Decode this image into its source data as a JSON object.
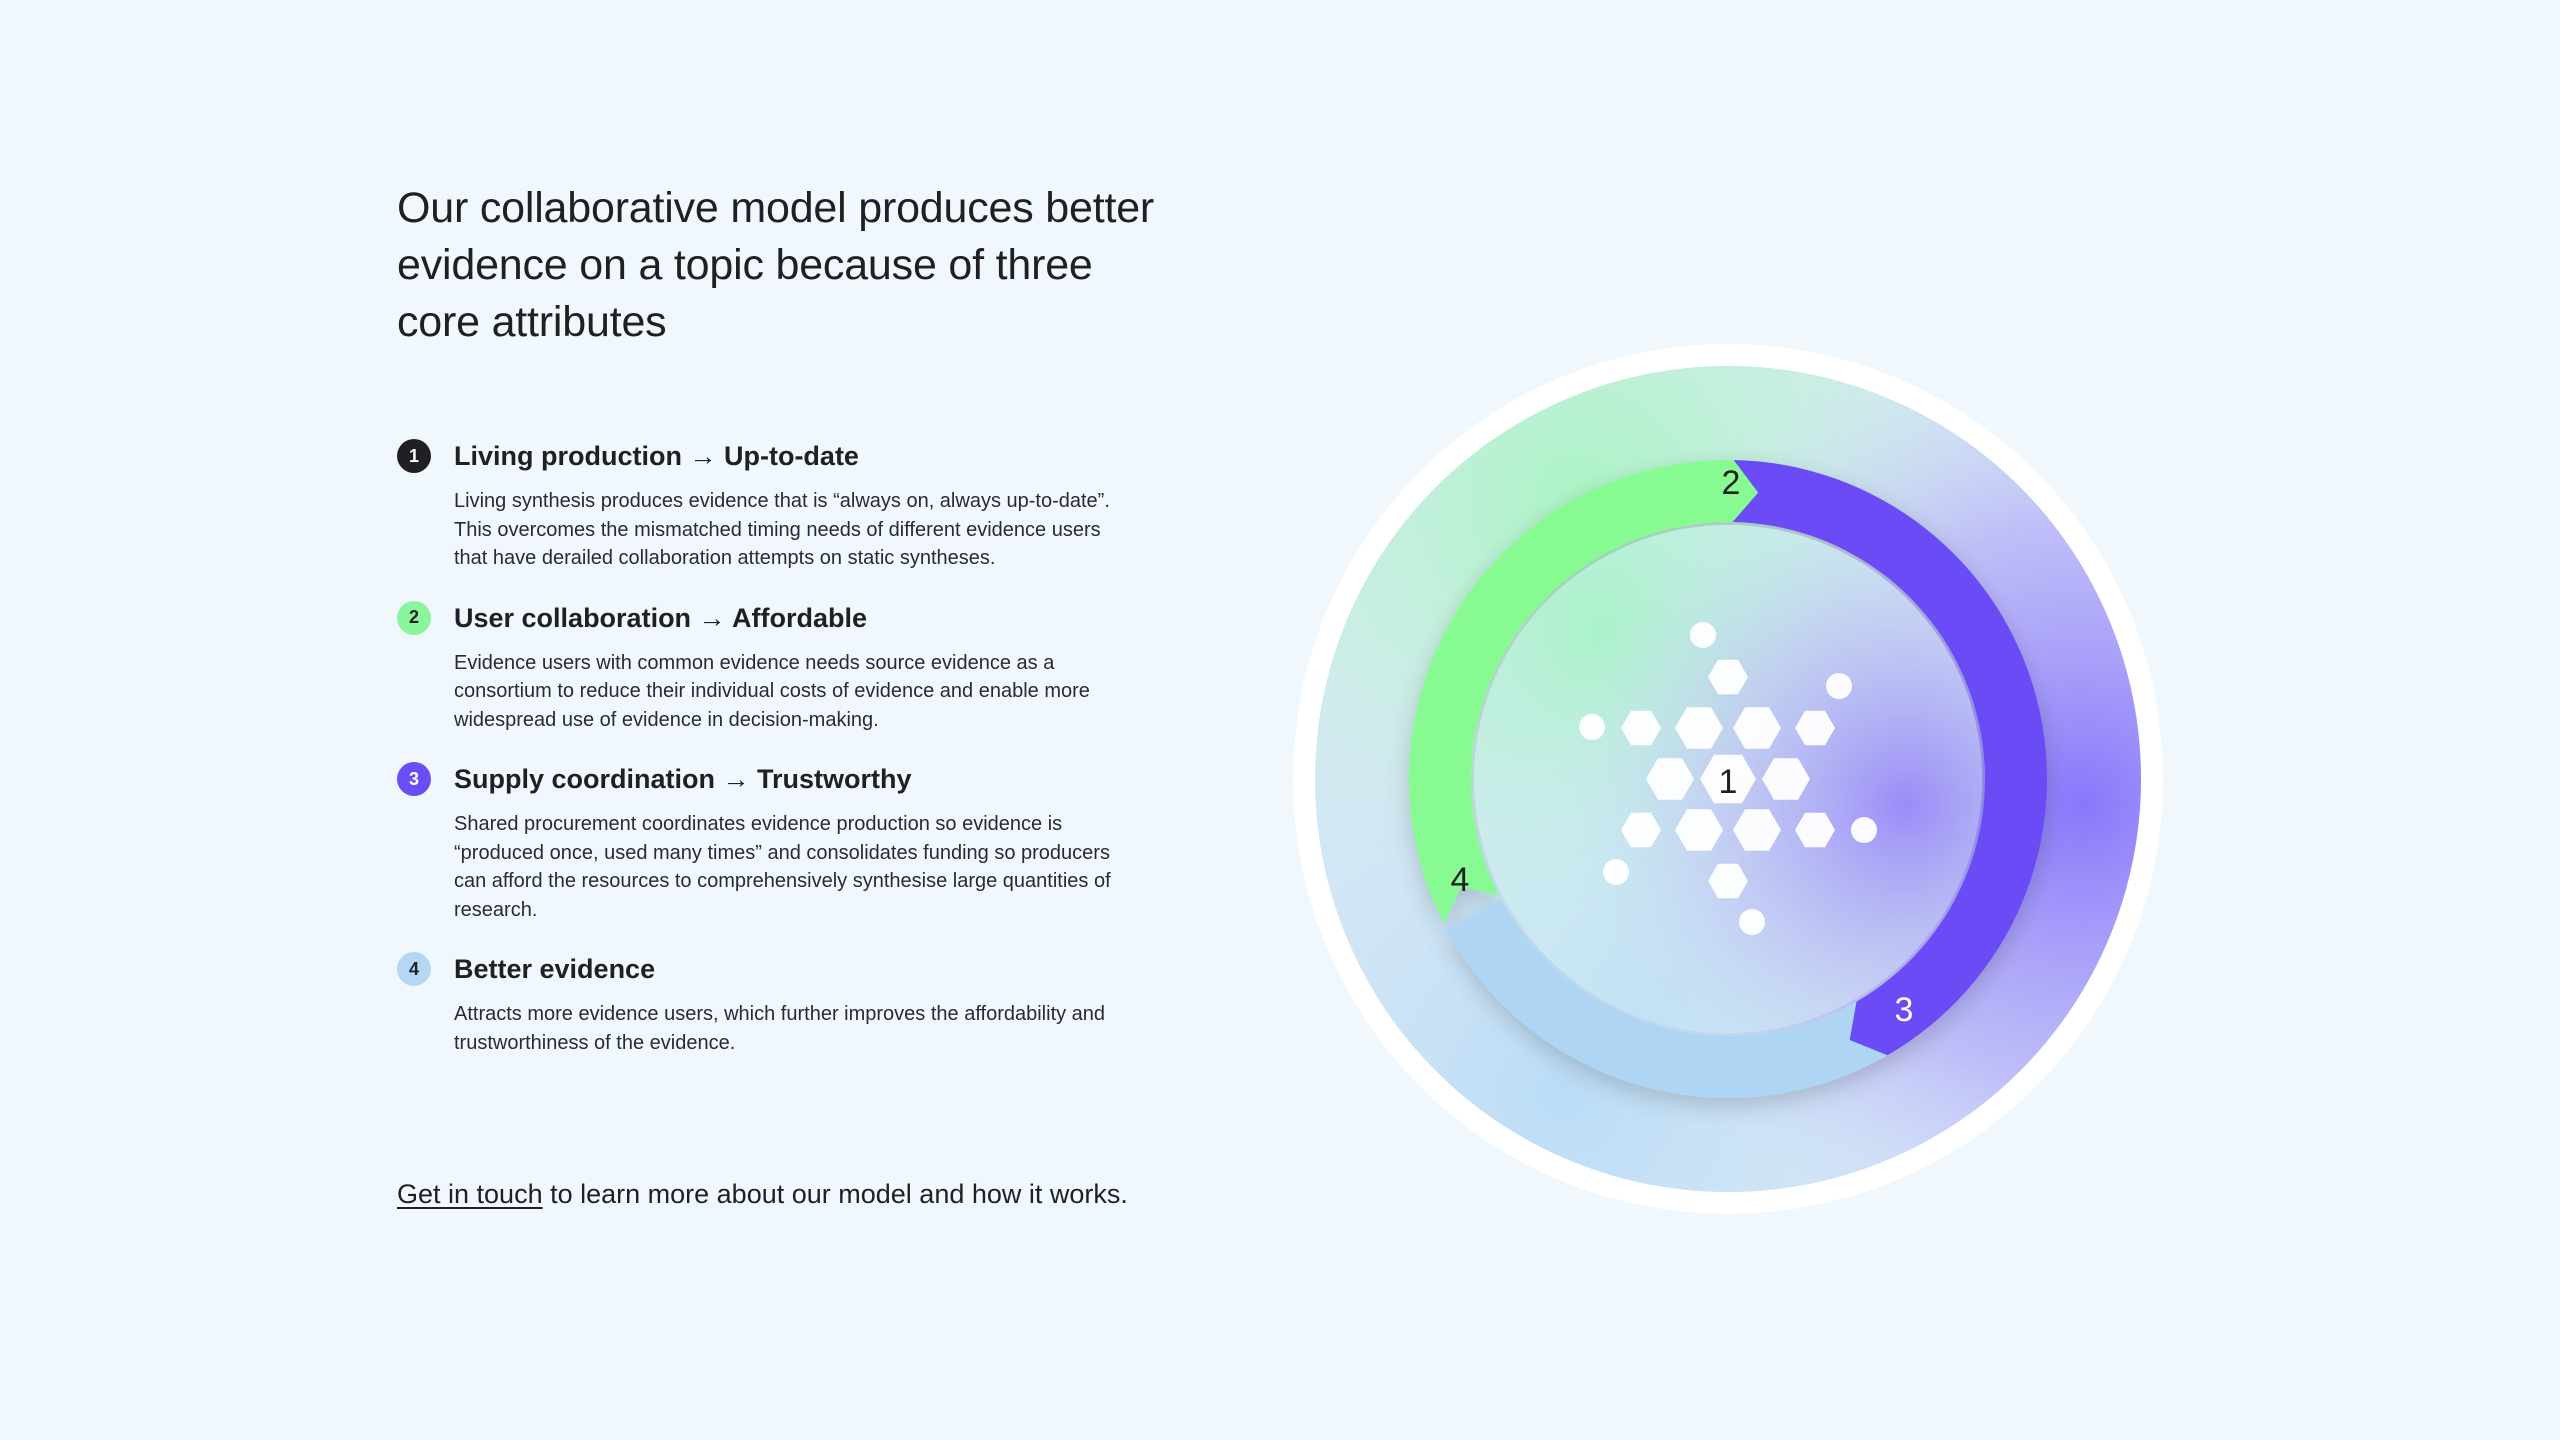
{
  "heading": "Our collaborative model produces better evidence on a topic because of three core attributes",
  "items": [
    {
      "number": "1",
      "title": "Living production → Up-to-date",
      "description": "Living synthesis produces evidence that is “always on, always up-to-date”. This overcomes the mismatched timing needs of different evidence users that have derailed collaboration attempts on static syntheses."
    },
    {
      "number": "2",
      "title": "User collaboration → Affordable",
      "description": "Evidence users with common evidence needs source evidence as a consortium to reduce their individual costs of evidence and enable more widespread use of evidence in decision-making."
    },
    {
      "number": "3",
      "title": "Supply coordination → Trustworthy",
      "description": "Shared procurement coordinates evidence production so evidence is “produced once, used many times” and consolidates funding so producers can afford the resources to comprehensively synthesise large quantities of research."
    },
    {
      "number": "4",
      "title": "Better evidence",
      "description": "Attracts more evidence users, which further improves the affordability and trustworthiness of the evidence."
    }
  ],
  "cta": {
    "link_text": "Get in touch",
    "rest_text": " to learn more about our model and how it works."
  },
  "diagram": {
    "center_label": "1",
    "segment_labels": {
      "green": "2",
      "purple": "3",
      "blue": "4"
    },
    "colors": {
      "background": "#f0f8fe",
      "green": "#87fb91",
      "purple": "#6a4cf6",
      "light_blue": "#aed6f4",
      "dark": "#1f1f24"
    }
  }
}
